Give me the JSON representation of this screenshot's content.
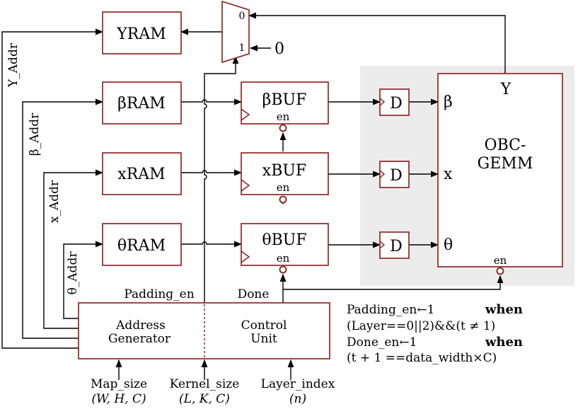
{
  "blocks": {
    "yram": "YRAM",
    "bram": "βRAM",
    "xram": "xRAM",
    "tram": "θRAM",
    "bbuf": "βBUF",
    "xbuf": "xBUF",
    "tbuf": "θBUF",
    "en": "en",
    "d": "D",
    "obc_line1": "OBC-",
    "obc_line2": "GEMM",
    "obc_y": "Y",
    "obc_beta": "β",
    "obc_x": "x",
    "obc_theta": "θ",
    "addr_gen_line1": "Address",
    "addr_gen_line2": "Generator",
    "ctrl_line1": "Control",
    "ctrl_line2": "Unit"
  },
  "mux": {
    "in0": "0",
    "in1": "1",
    "const_input": "0"
  },
  "signals": {
    "y_addr": "Y_Addr",
    "beta_addr": "β_Addr",
    "x_addr": "x_Addr",
    "theta_addr": "θ_Addr",
    "padding_en": "Padding_en",
    "done": "Done"
  },
  "inputs": {
    "map_size": "Map_size",
    "map_size_args": "(W, H, C)",
    "kernel_size": "Kernel_size",
    "kernel_size_args": "(L, K, C)",
    "layer_index": "Layer_index",
    "layer_index_args": "(n)"
  },
  "conditions": {
    "padding_lhs": "Padding_en←1",
    "padding_when": "when",
    "padding_expr": "(Layer==0||2)&&(t ≠ 1)",
    "done_lhs": "Done_en←1",
    "done_when": "when",
    "done_expr": "(t + 1 ==data_width×C)"
  }
}
